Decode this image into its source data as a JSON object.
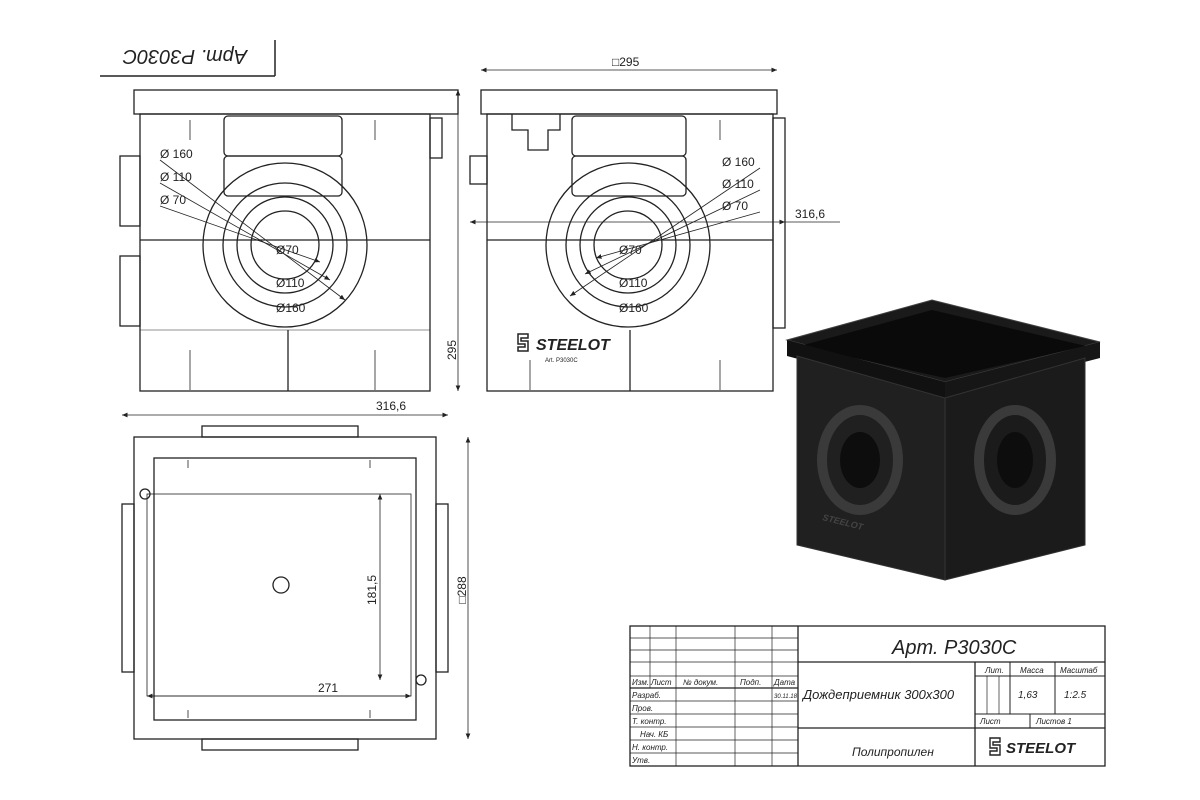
{
  "stamp_top": "Арт. Р3030С",
  "front_view": {
    "width": "□295",
    "height": "295",
    "side": "316,6",
    "d160": "Ø 160",
    "d110": "Ø 110",
    "d70": "Ø 70",
    "inner70": "Ø70",
    "inner110": "Ø110",
    "inner160": "Ø160",
    "brand": "STEELOT",
    "art_small": "Art. Р3030С"
  },
  "plan_view": {
    "width": "316,6",
    "height": "□288",
    "inner_h": "181,5",
    "inner_w": "271"
  },
  "title_block": {
    "article": "Арт. Р3030С",
    "name": "Дождеприемник 300х300",
    "material": "Полипропилен",
    "lit_label": "Лит.",
    "mass_label": "Масса",
    "scale_label": "Масштаб",
    "mass": "1,63",
    "scale": "1:2.5",
    "sheet_label": "Лист",
    "sheets_label": "Листов 1",
    "date": "30.11.18",
    "brand": "STEELOT",
    "header_cols": [
      "Изм.",
      "Лист",
      "№ докум.",
      "Подп.",
      "Дата"
    ],
    "rows": [
      "Разраб.",
      "Пров.",
      "Т. контр.",
      "Нач. КБ",
      "Н. контр.",
      "Утв."
    ]
  }
}
